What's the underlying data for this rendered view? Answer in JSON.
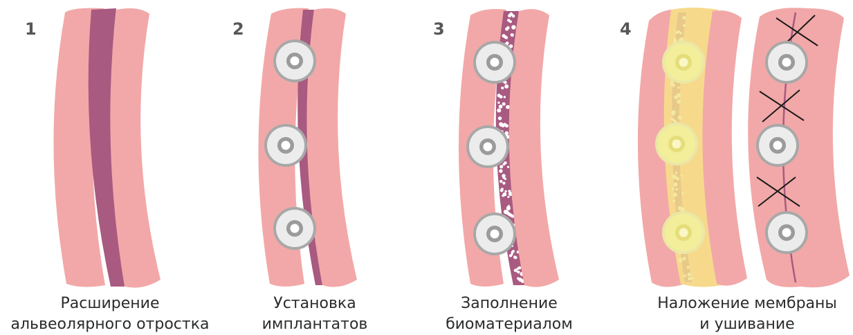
{
  "steps": [
    {
      "number": "1",
      "caption_line1": "Расширение",
      "caption_line2": "альвеолярного отростка"
    },
    {
      "number": "2",
      "caption_line1": "Установка",
      "caption_line2": "имплантатов"
    },
    {
      "number": "3",
      "caption_line1": "Заполнение",
      "caption_line2": "биоматериалом"
    },
    {
      "number": "4",
      "caption_line1": "Наложение мембраны",
      "caption_line2": "и ушивание"
    }
  ],
  "colors": {
    "gum": "#f2a8a8",
    "gum_shadow": "#e88f95",
    "bone_gap": "#a85a80",
    "graft_dot": "#ffffff",
    "membrane": "#f7d98c",
    "implant_ring": "#d3d3d3",
    "implant_outline": "#a8a8a8",
    "implant_core": "#9b9b9b",
    "suture": "#1a1a1a",
    "step_number": "#575757"
  },
  "icons": [
    "implant-icon",
    "suture-x-icon",
    "graft-granules-icon"
  ]
}
